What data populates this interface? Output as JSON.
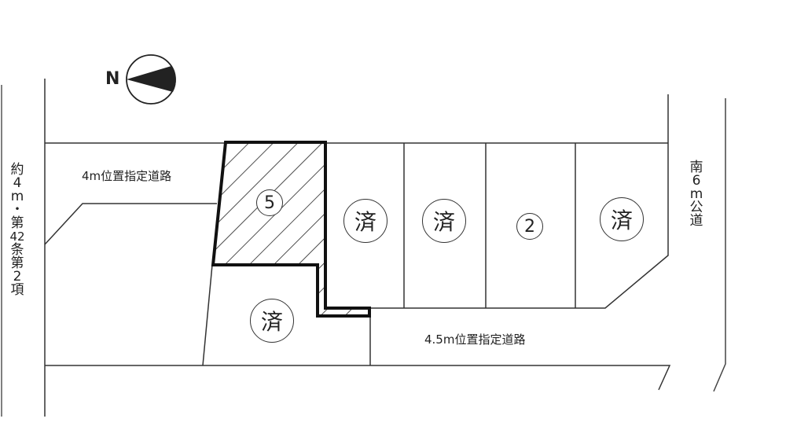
{
  "compass": {
    "label": "N"
  },
  "roads": {
    "north_road": "4m位置指定道路",
    "south_road": "4.5m位置指定道路",
    "west_road": [
      "約",
      "4",
      "m",
      "・",
      "第",
      "42",
      "条",
      "第",
      "2",
      "項"
    ],
    "east_road": [
      "南",
      "6",
      "m",
      "公",
      "道"
    ]
  },
  "lots": [
    {
      "id": "lot-5",
      "label": "5",
      "status": "for-sale-highlighted"
    },
    {
      "id": "lot-a",
      "label": "済",
      "status": "sold"
    },
    {
      "id": "lot-b",
      "label": "済",
      "status": "sold"
    },
    {
      "id": "lot-2",
      "label": "2",
      "status": "for-sale"
    },
    {
      "id": "lot-c",
      "label": "済",
      "status": "sold"
    },
    {
      "id": "lot-d",
      "label": "済",
      "status": "sold"
    }
  ],
  "colors": {
    "line": "#333333",
    "bold_line": "#111111",
    "hatch": "#222222"
  }
}
